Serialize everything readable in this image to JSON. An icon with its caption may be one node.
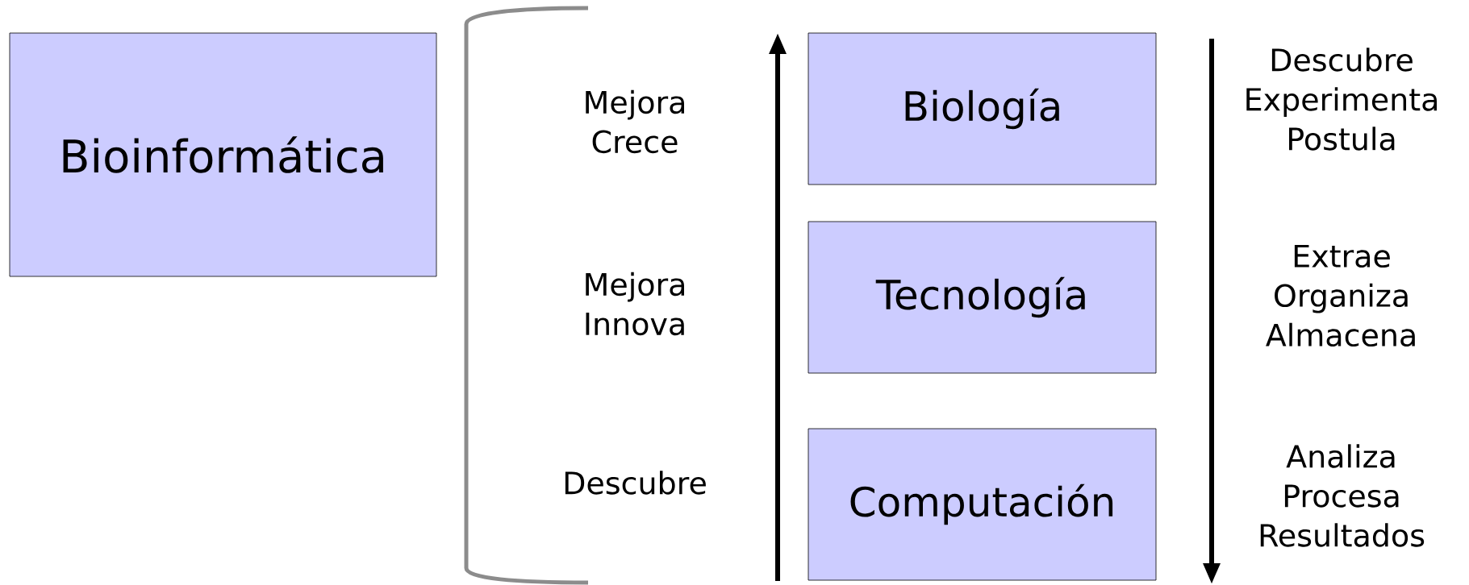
{
  "diagram": {
    "nodes": [
      {
        "text": [
          "Bioinformática"
        ]
      },
      {
        "text": [
          "Biología"
        ]
      },
      {
        "text": [
          "Tecnología"
        ]
      },
      {
        "text": [
          "Computación"
        ]
      }
    ],
    "labels": [
      "Mejora Crece",
      "Descubre Experimenta Postula",
      "Mejora Innova",
      "Extrae Organiza Almacena",
      "Descubre",
      "Analiza Procesa Resultados"
    ]
  }
}
